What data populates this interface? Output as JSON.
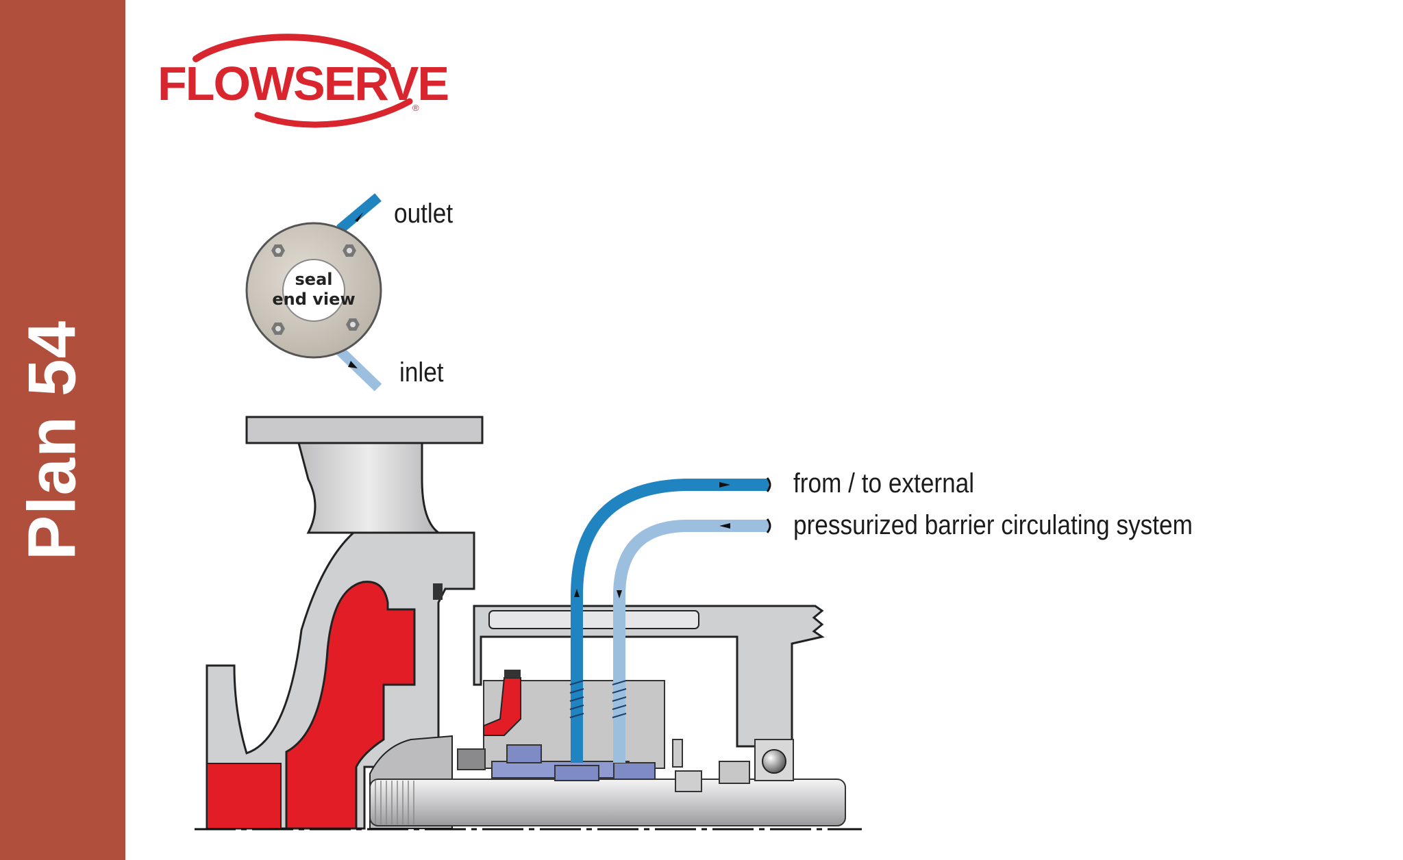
{
  "sidebar": {
    "title": "Plan 54",
    "color": "#b04f3c"
  },
  "logo": {
    "text": "FLOWSERVE",
    "registered": "®",
    "color": "#d9262e"
  },
  "labels": {
    "outlet": "outlet",
    "inlet": "inlet",
    "seal_line1": "seal",
    "seal_line2": "end view",
    "external_line1": "from / to external",
    "external_line2": "pressurized barrier circulating system"
  },
  "colors": {
    "outlet_pipe": "#1f84c0",
    "inlet_pipe": "#9cbfe0",
    "impeller": "#e21d25",
    "casing": "#cfd0d2",
    "seal_blue": "#7f8bc4"
  }
}
